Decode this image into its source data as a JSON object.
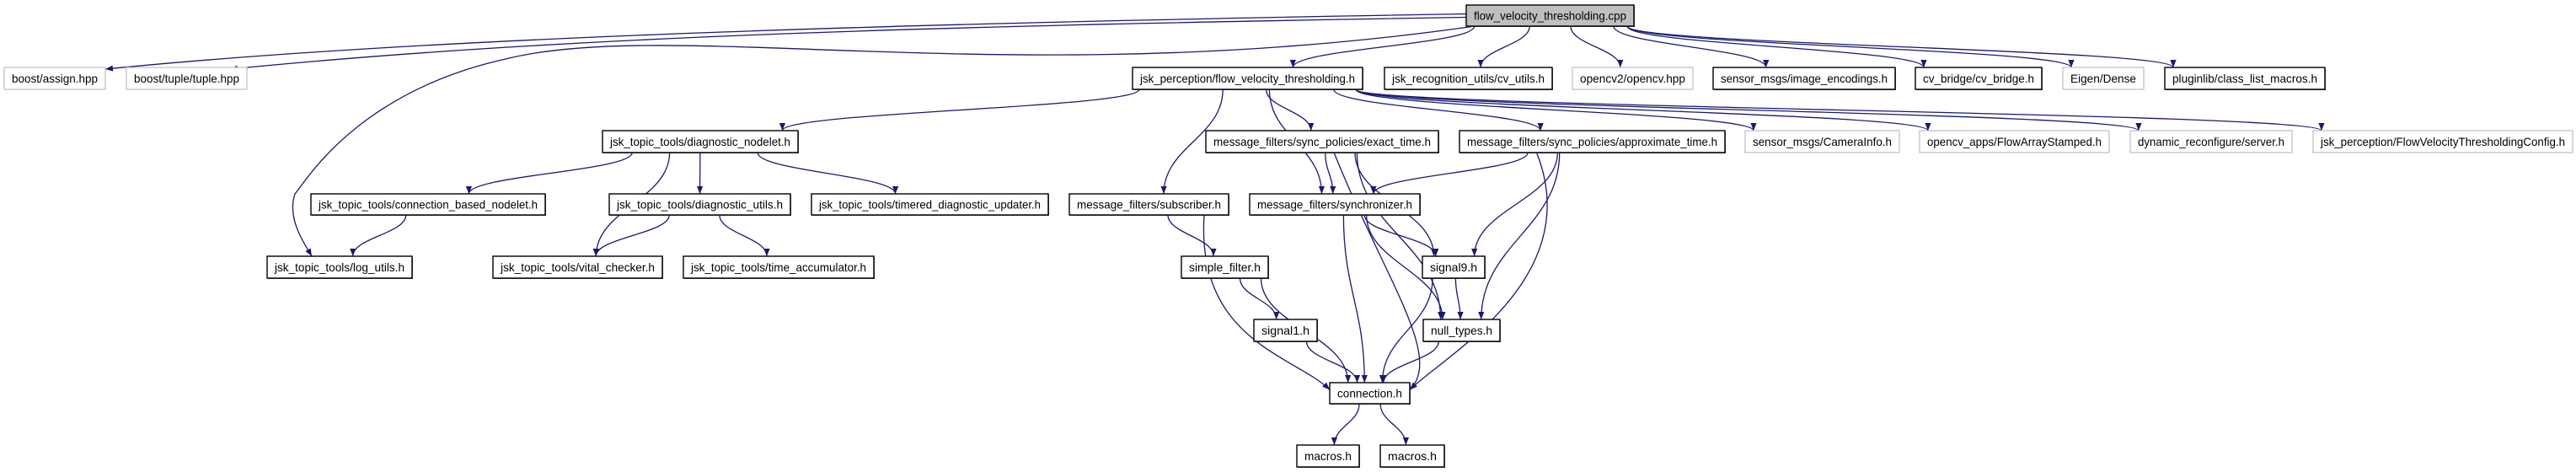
{
  "colors": {
    "edge": "#191970",
    "root_fill": "#bfbfbf",
    "node_border": "#000000",
    "external_border": "#bfbfbf"
  },
  "nodes": [
    {
      "id": "cpp",
      "label": "flow_velocity_thresholding.cpp",
      "kind": "root"
    },
    {
      "id": "assign",
      "label": "boost/assign.hpp",
      "kind": "external"
    },
    {
      "id": "tuple",
      "label": "boost/tuple/tuple.hpp",
      "kind": "external"
    },
    {
      "id": "fvth",
      "label": "jsk_perception/flow_velocity_thresholding.h",
      "kind": "documented"
    },
    {
      "id": "cvutils",
      "label": "jsk_recognition_utils/cv_utils.h",
      "kind": "documented"
    },
    {
      "id": "opencv",
      "label": "opencv2/opencv.hpp",
      "kind": "external"
    },
    {
      "id": "imgenc",
      "label": "sensor_msgs/image_encodings.h",
      "kind": "documented"
    },
    {
      "id": "cvbridge",
      "label": "cv_bridge/cv_bridge.h",
      "kind": "documented"
    },
    {
      "id": "eigen",
      "label": "Eigen/Dense",
      "kind": "external"
    },
    {
      "id": "pluginlib",
      "label": "pluginlib/class_list_macros.h",
      "kind": "documented"
    },
    {
      "id": "diagnodelet",
      "label": "jsk_topic_tools/diagnostic_nodelet.h",
      "kind": "documented"
    },
    {
      "id": "exact",
      "label": "message_filters/sync_policies/exact_time.h",
      "kind": "documented"
    },
    {
      "id": "approx",
      "label": "message_filters/sync_policies/approximate_time.h",
      "kind": "documented"
    },
    {
      "id": "camerainfo",
      "label": "sensor_msgs/CameraInfo.h",
      "kind": "external"
    },
    {
      "id": "flowarray",
      "label": "opencv_apps/FlowArrayStamped.h",
      "kind": "external"
    },
    {
      "id": "server",
      "label": "dynamic_reconfigure/server.h",
      "kind": "external"
    },
    {
      "id": "config",
      "label": "jsk_perception/FlowVelocityThresholdingConfig.h",
      "kind": "external"
    },
    {
      "id": "connnodelet",
      "label": "jsk_topic_tools/connection_based_nodelet.h",
      "kind": "documented"
    },
    {
      "id": "diagutils",
      "label": "jsk_topic_tools/diagnostic_utils.h",
      "kind": "documented"
    },
    {
      "id": "timered",
      "label": "jsk_topic_tools/timered_diagnostic_updater.h",
      "kind": "documented"
    },
    {
      "id": "subscriber",
      "label": "message_filters/subscriber.h",
      "kind": "documented"
    },
    {
      "id": "sync",
      "label": "message_filters/synchronizer.h",
      "kind": "documented"
    },
    {
      "id": "logutils",
      "label": "jsk_topic_tools/log_utils.h",
      "kind": "documented"
    },
    {
      "id": "vital",
      "label": "jsk_topic_tools/vital_checker.h",
      "kind": "documented"
    },
    {
      "id": "timeacc",
      "label": "jsk_topic_tools/time_accumulator.h",
      "kind": "documented"
    },
    {
      "id": "simplefilter",
      "label": "simple_filter.h",
      "kind": "documented"
    },
    {
      "id": "signal9",
      "label": "signal9.h",
      "kind": "documented"
    },
    {
      "id": "signal1",
      "label": "signal1.h",
      "kind": "documented"
    },
    {
      "id": "nulltypes",
      "label": "null_types.h",
      "kind": "documented"
    },
    {
      "id": "connection",
      "label": "connection.h",
      "kind": "documented"
    },
    {
      "id": "macros1",
      "label": "macros.h",
      "kind": "documented"
    },
    {
      "id": "macros2",
      "label": "macros.h",
      "kind": "documented"
    }
  ],
  "edges": [
    [
      "cpp",
      "assign"
    ],
    [
      "cpp",
      "tuple"
    ],
    [
      "cpp",
      "fvth"
    ],
    [
      "cpp",
      "cvutils"
    ],
    [
      "cpp",
      "opencv"
    ],
    [
      "cpp",
      "imgenc"
    ],
    [
      "cpp",
      "cvbridge"
    ],
    [
      "cpp",
      "eigen"
    ],
    [
      "cpp",
      "pluginlib"
    ],
    [
      "cpp",
      "logutils"
    ],
    [
      "fvth",
      "diagnodelet"
    ],
    [
      "fvth",
      "exact"
    ],
    [
      "fvth",
      "approx"
    ],
    [
      "fvth",
      "camerainfo"
    ],
    [
      "fvth",
      "flowarray"
    ],
    [
      "fvth",
      "server"
    ],
    [
      "fvth",
      "config"
    ],
    [
      "fvth",
      "subscriber"
    ],
    [
      "fvth",
      "sync"
    ],
    [
      "diagnodelet",
      "connnodelet"
    ],
    [
      "diagnodelet",
      "diagutils"
    ],
    [
      "diagnodelet",
      "timered"
    ],
    [
      "diagnodelet",
      "vital"
    ],
    [
      "connnodelet",
      "logutils"
    ],
    [
      "diagutils",
      "vital"
    ],
    [
      "diagutils",
      "timeacc"
    ],
    [
      "exact",
      "sync"
    ],
    [
      "exact",
      "signal9"
    ],
    [
      "exact",
      "nulltypes"
    ],
    [
      "exact",
      "connection"
    ],
    [
      "approx",
      "sync"
    ],
    [
      "approx",
      "signal9"
    ],
    [
      "approx",
      "nulltypes"
    ],
    [
      "approx",
      "connection"
    ],
    [
      "sync",
      "signal9"
    ],
    [
      "sync",
      "nulltypes"
    ],
    [
      "sync",
      "connection"
    ],
    [
      "subscriber",
      "simplefilter"
    ],
    [
      "subscriber",
      "connection"
    ],
    [
      "simplefilter",
      "signal1"
    ],
    [
      "simplefilter",
      "connection"
    ],
    [
      "signal1",
      "connection"
    ],
    [
      "signal9",
      "nulltypes"
    ],
    [
      "signal9",
      "connection"
    ],
    [
      "nulltypes",
      "connection"
    ],
    [
      "connection",
      "macros1"
    ],
    [
      "connection",
      "macros2"
    ]
  ]
}
